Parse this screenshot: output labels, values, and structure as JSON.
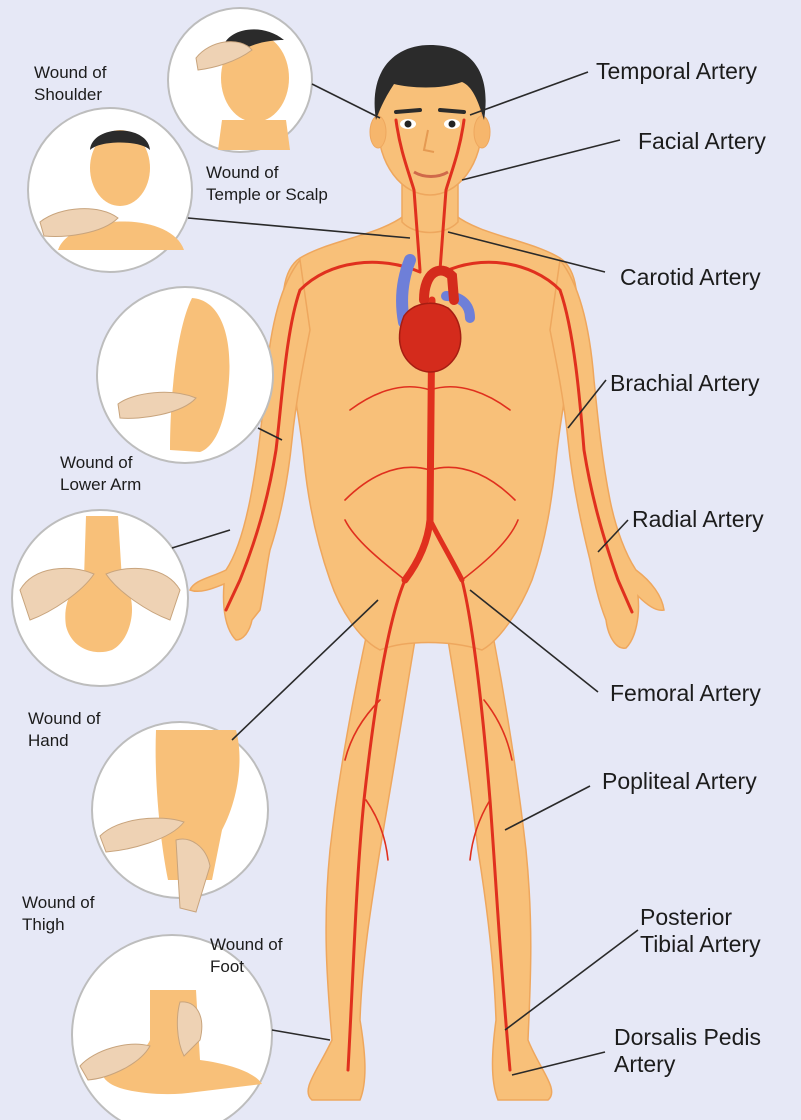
{
  "colors": {
    "background": "#e6e8f6",
    "skin": "#f8c079",
    "skin_shadow": "#eea75e",
    "artery": "#e0301e",
    "heart": "#d42b1c",
    "vein": "#6e7fd8",
    "hair": "#2b2b2b",
    "leader_line": "#2a2a2a"
  },
  "arteries": [
    {
      "id": "temporal",
      "label": "Temporal Artery"
    },
    {
      "id": "facial",
      "label": "Facial Artery"
    },
    {
      "id": "carotid",
      "label": "Carotid Artery"
    },
    {
      "id": "brachial",
      "label": "Brachial Artery"
    },
    {
      "id": "radial",
      "label": "Radial Artery"
    },
    {
      "id": "femoral",
      "label": "Femoral Artery"
    },
    {
      "id": "popliteal",
      "label": "Popliteal Artery"
    },
    {
      "id": "posterior_tibial",
      "label": "Posterior\nTibial Artery"
    },
    {
      "id": "dorsalis_pedis",
      "label": "Dorsalis Pedis\nArtery"
    }
  ],
  "wounds": [
    {
      "id": "shoulder",
      "label": "Wound of\nShoulder"
    },
    {
      "id": "temple",
      "label": "Wound of\nTemple or Scalp"
    },
    {
      "id": "lower_arm",
      "label": "Wound of\nLower Arm"
    },
    {
      "id": "hand",
      "label": "Wound of\nHand"
    },
    {
      "id": "thigh",
      "label": "Wound of\nThigh"
    },
    {
      "id": "foot",
      "label": "Wound of\nFoot"
    }
  ]
}
